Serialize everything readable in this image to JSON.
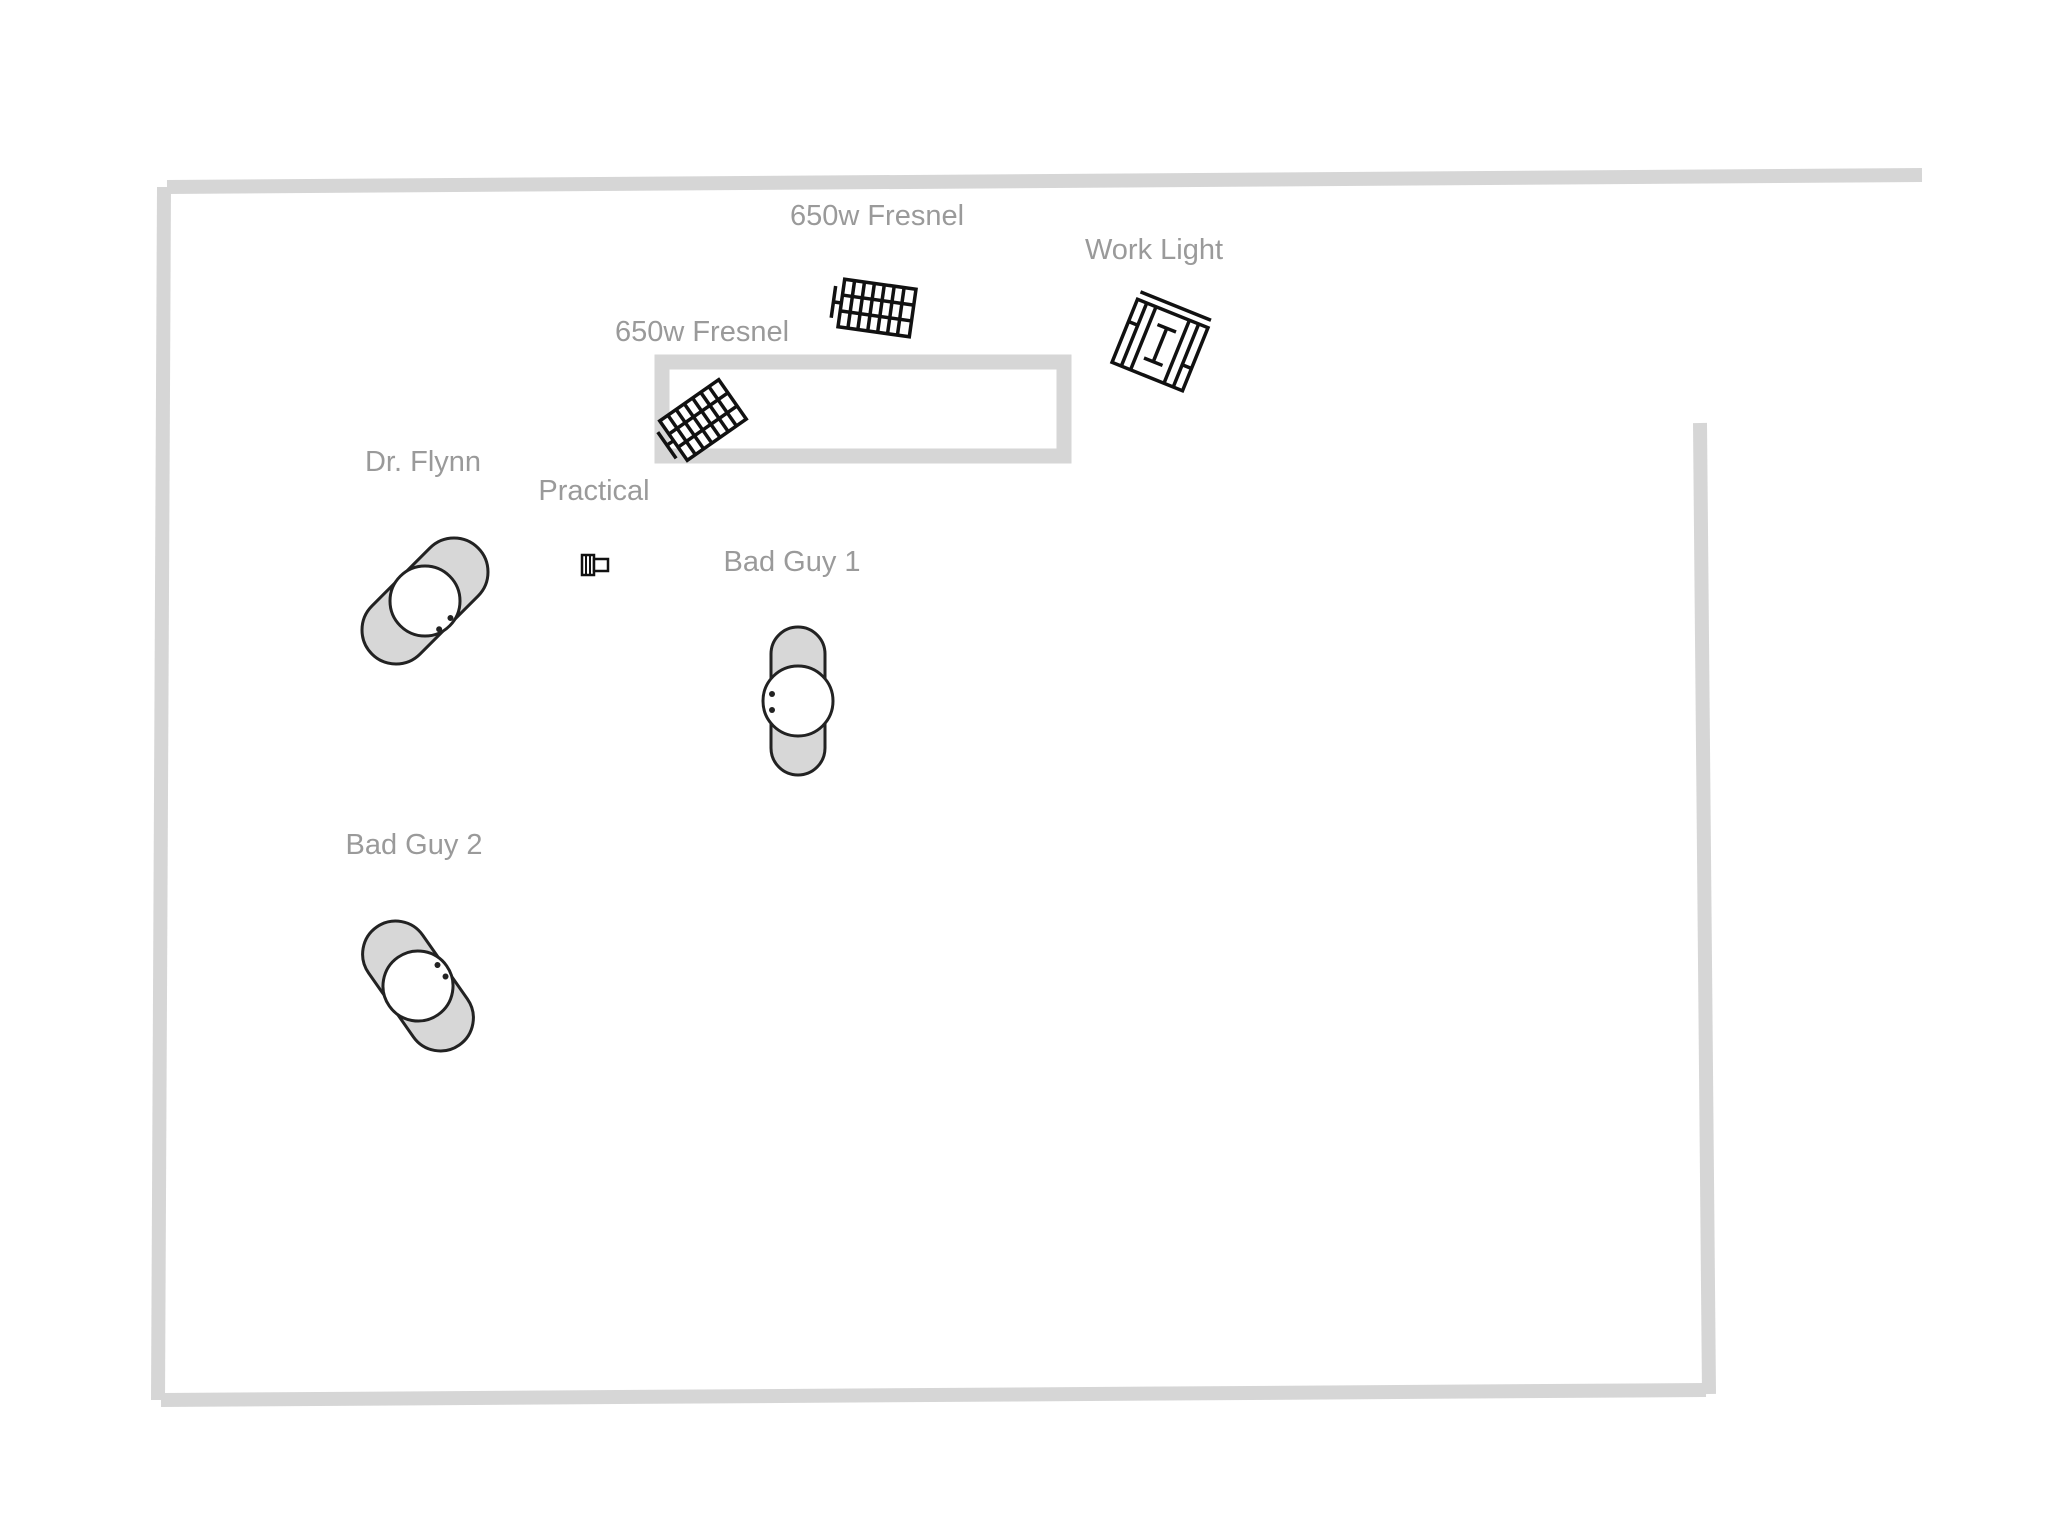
{
  "labels": {
    "fresnel_top": "650w Fresnel",
    "fresnel_left": "650w Fresnel",
    "work_light": "Work Light",
    "practical": "Practical",
    "dr_flynn": "Dr. Flynn",
    "bad_guy_1": "Bad Guy 1",
    "bad_guy_2": "Bad Guy 2"
  },
  "colors": {
    "walls": "#d6d6d6",
    "actor_body": "#d7d7d7",
    "label_text": "#9a9a9a",
    "fixture_outline": "#111111"
  },
  "icons": {
    "actor": "actor-top-view-icon",
    "fresnel": "fresnel-light-icon",
    "practical": "practical-lamp-icon"
  }
}
